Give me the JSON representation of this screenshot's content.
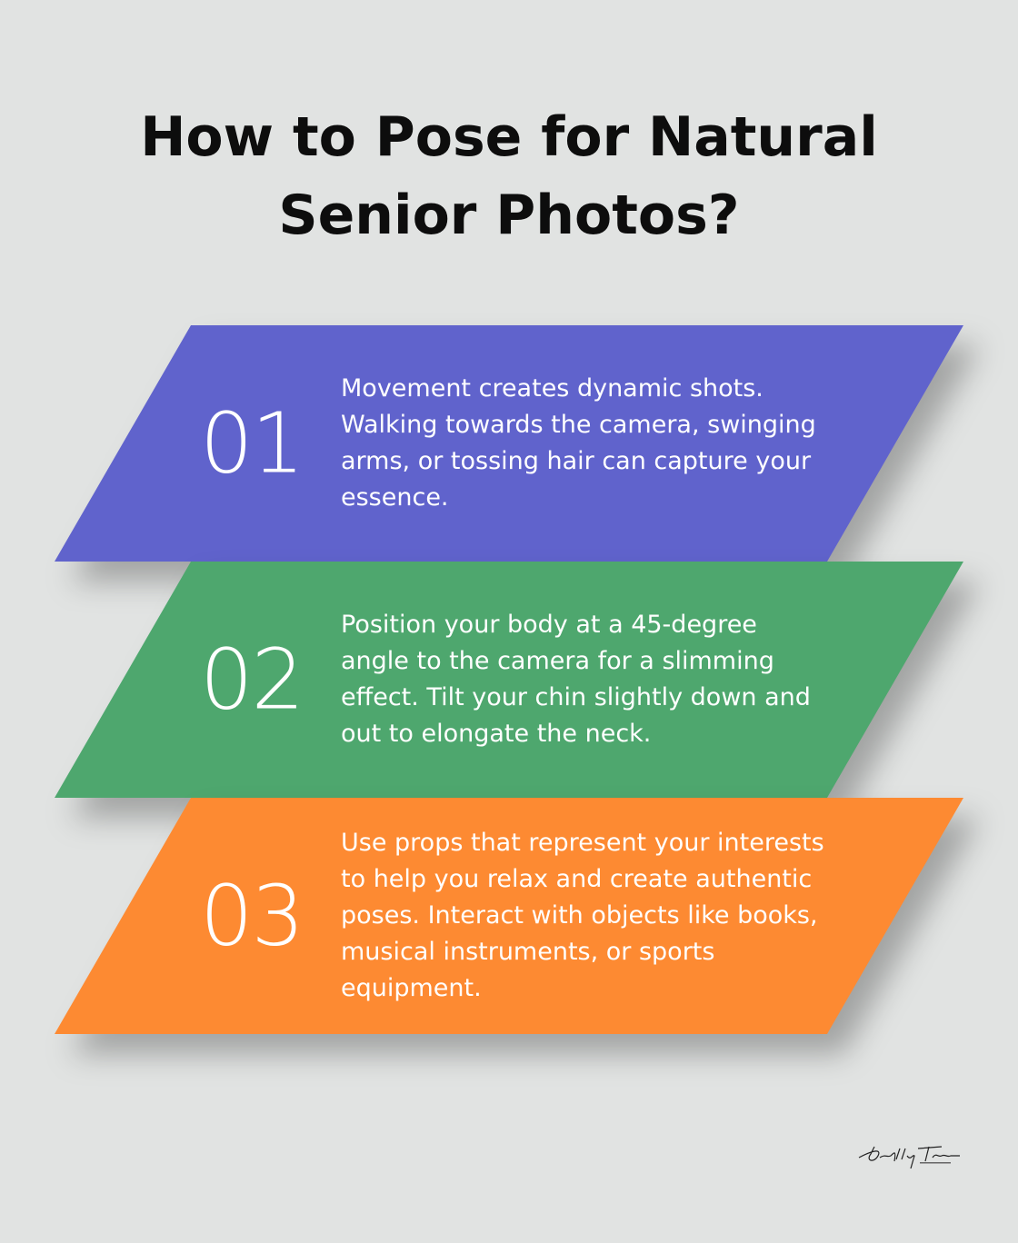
{
  "title": "How to Pose for Natural Senior Photos?",
  "steps": [
    {
      "number": "01",
      "text": "Movement creates dynamic shots. Walking towards the camera, swinging arms, or tossing hair can capture your essence.",
      "color": "#6063cc"
    },
    {
      "number": "02",
      "text": "Position your body at a 45-degree angle to the camera for a slimming effect. Tilt your chin slightly down and out to elongate the neck.",
      "color": "#4ea76e"
    },
    {
      "number": "03",
      "text": "Use props that represent your interests to help you relax and create authentic poses. Interact with objects like books, musical instruments, or sports equipment.",
      "color": "#fd8a32"
    }
  ],
  "logo": {
    "text": "Kelly & Taveski Photography"
  }
}
